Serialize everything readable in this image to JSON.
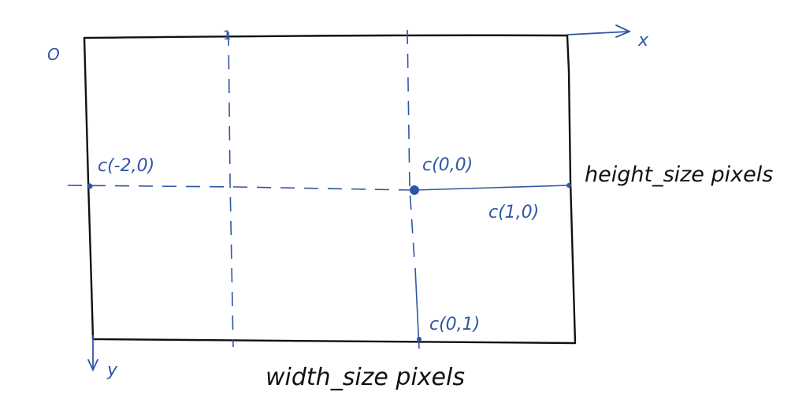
{
  "labels": {
    "origin": "O",
    "x_axis": "x",
    "y_axis": "y",
    "tick_x": "1",
    "c_left": "c(-2,0)",
    "c_center": "c(0,0)",
    "c_right": "c(1,0)",
    "c_bottom": "c(0,1)",
    "height": "height_size pixels",
    "width": "width_size pixels"
  },
  "colors": {
    "ink_blue": "#2f56a6",
    "ink_black": "#111111"
  }
}
